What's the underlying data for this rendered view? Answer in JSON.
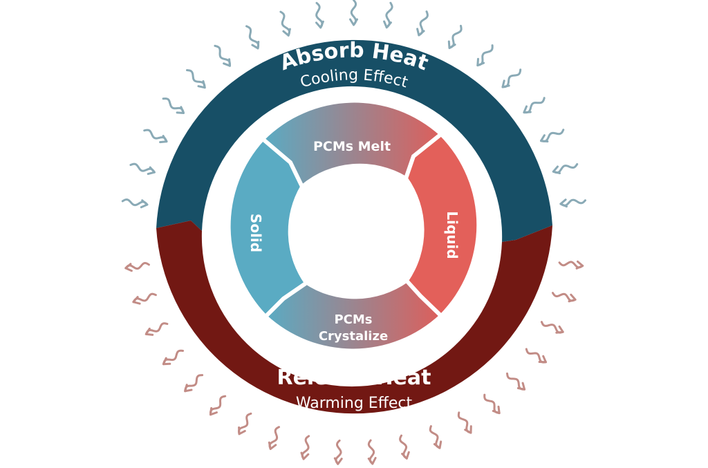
{
  "colors": {
    "absorb_ring": "#174f66",
    "release_ring": "#721813",
    "solid": "#5aabc3",
    "liquid": "#e3605a",
    "gradient_left": "#5aabc3",
    "gradient_right": "#dc5f5c",
    "incoming_arrow": "#8aaab6",
    "outgoing_arrow": "#c28c86"
  },
  "outer_ring": {
    "top": {
      "title": "Absorb Heat",
      "subtitle": "Cooling Effect",
      "arrow_icon": "incoming-heat-arrow-icon"
    },
    "bottom": {
      "title": "Release Heat",
      "subtitle": "Warming Effect",
      "arrow_icon": "outgoing-heat-arrow-icon"
    }
  },
  "inner_cycle": {
    "top": "PCMs Melt",
    "right": "Liquid",
    "bottom_line1": "PCMs",
    "bottom_line2": "Crystalize",
    "left": "Solid"
  }
}
